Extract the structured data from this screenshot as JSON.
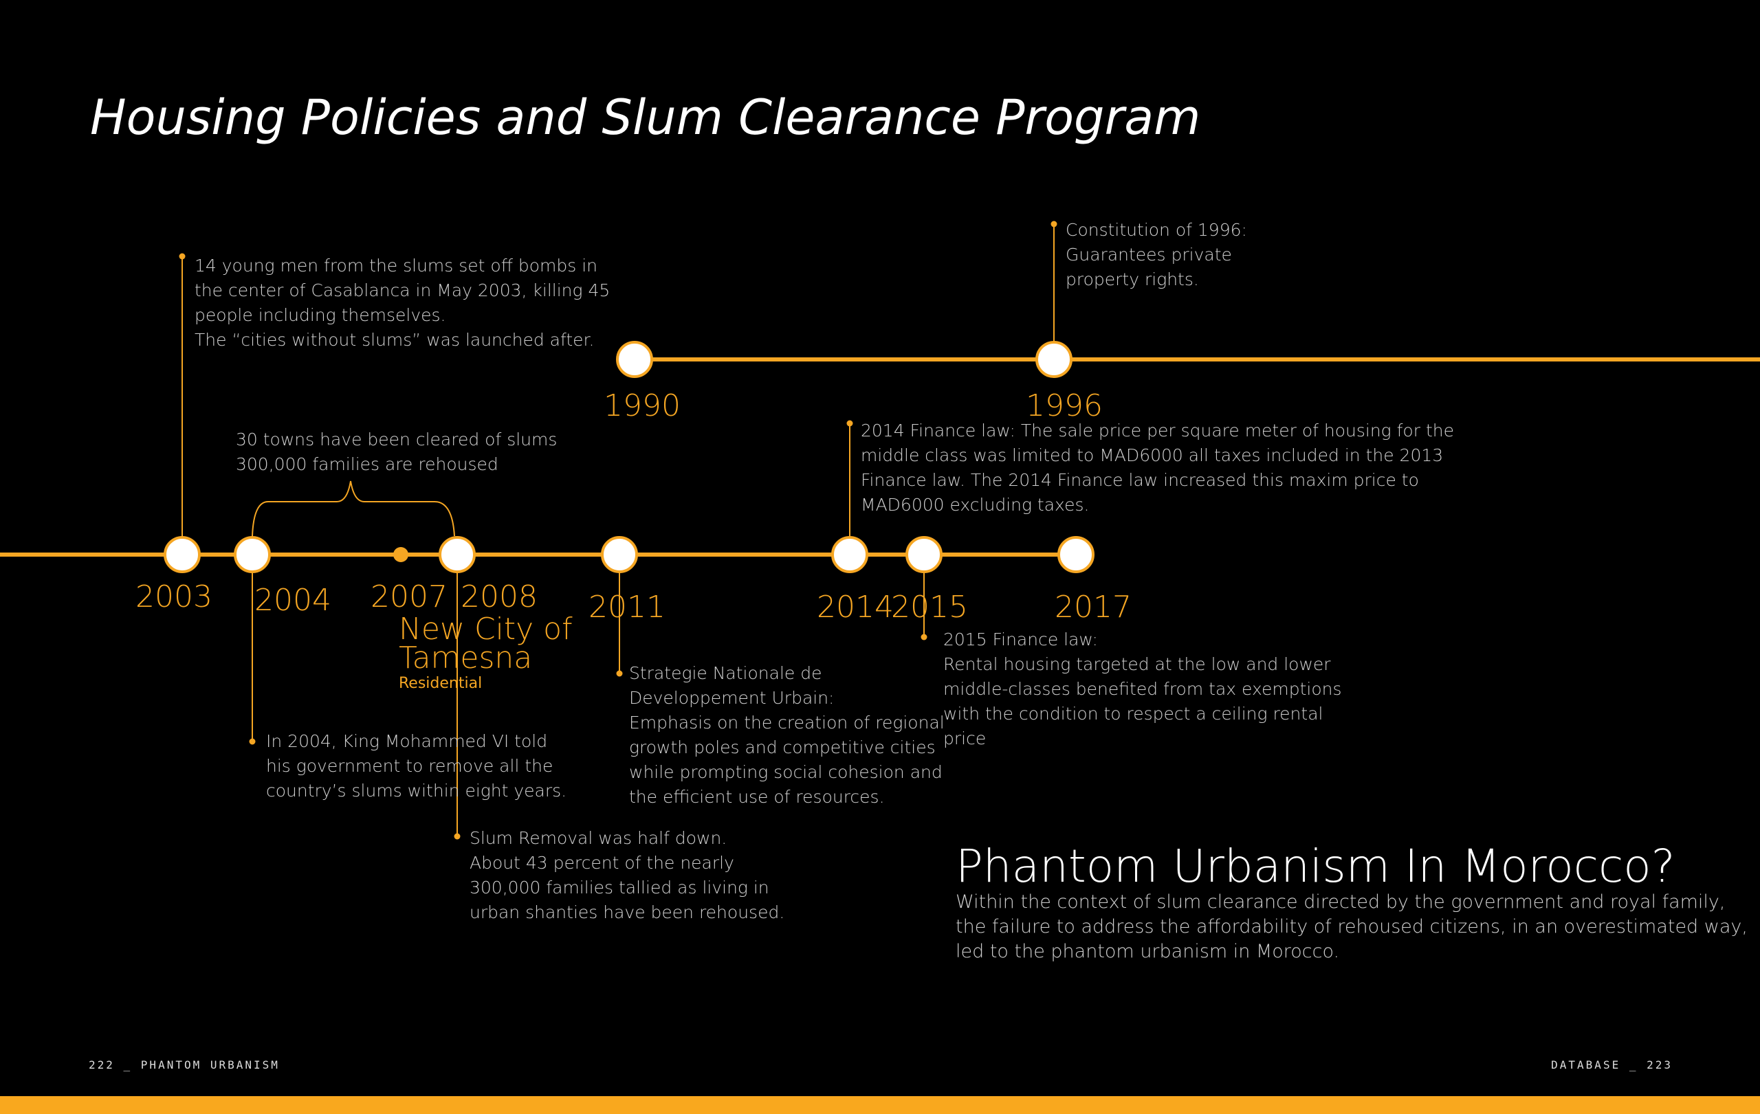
{
  "title": "Housing Policies and Slum Clearance Program",
  "accent": "#f5a623",
  "years": {
    "y1990": "1990",
    "y1996": "1996",
    "y2003": "2003",
    "y2004": "2004",
    "y2007": "2007",
    "y2008": "2008",
    "y2011": "2011",
    "y2014": "2014",
    "y2015": "2015",
    "y2017": "2017"
  },
  "events": {
    "e2003": "14 young men from the slums set off bombs in\nthe center of Casablanca in May 2003, killing 45\npeople including themselves.\nThe “cities without slums” was launched after.",
    "brace": "30 towns have been cleared of slums\n300,000 families are rehoused",
    "e2004": "In 2004, King Mohammed VI told\nhis government to remove all the\ncountry’s slums within eight years.",
    "e2008a": "Slum Removal was half down.\nAbout 43 percent of the nearly\n300,000 families tallied as living in\nurban shanties have been rehoused.",
    "e2008_title": "New City of\nTamesna",
    "e2008_sub": "Residential",
    "e2011": "Strategie Nationale de\nDeveloppement Urbain:\nEmphasis on the creation of regional\ngrowth poles and competitive cities\nwhile prompting social cohesion and\nthe efficient use of resources.",
    "e2014": "2014 Finance law: The sale price per square meter of housing for the\nmiddle class was limited to MAD6000 all taxes included in the 2013\nFinance law. The 2014 Finance law increased this maxim price to\nMAD6000 excluding taxes.",
    "e2015": "2015 Finance law:\nRental housing targeted at the low and lower\nmiddle-classes benefited from tax exemptions\nwith the condition to respect a ceiling rental\nprice",
    "e1996": "Constitution of 1996:\nGuarantees private\nproperty rights."
  },
  "closing": {
    "heading": "Phantom Urbanism In Morocco?",
    "body": "Within the context of slum clearance directed by the government and royal family,\nthe failure to address the affordability of rehoused citizens, in an overestimated way,\nled to the phantom urbanism in Morocco."
  },
  "footer": {
    "left": "222 _ PHANTOM URBANISM",
    "right": "DATABASE _ 223"
  }
}
